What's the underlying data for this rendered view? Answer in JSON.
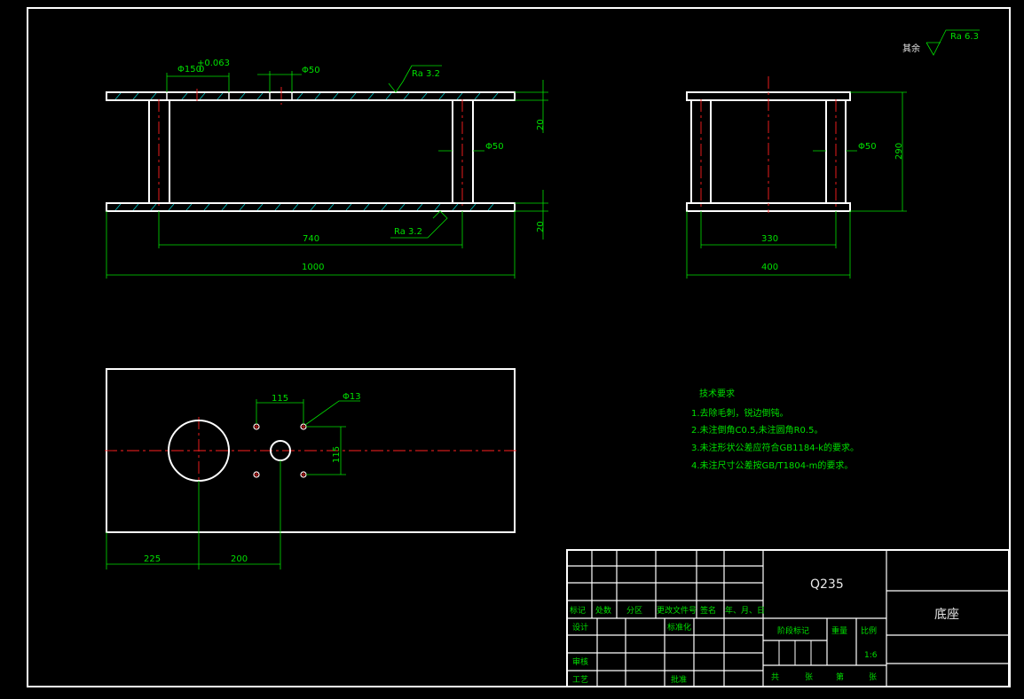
{
  "dimensions": {
    "d150_base": "Φ150",
    "d150_tol_upper": "+0.063",
    "d150_tol_lower": "0",
    "d50_top": "Φ50",
    "ra_top": "Ra 3.2",
    "ra_bottom": "Ra 3.2",
    "thk_top": "20",
    "thk_bottom": "20",
    "d50_front_side": "Φ50",
    "len_740": "740",
    "len_1000": "1000",
    "d50_side": "Φ50",
    "h290": "290",
    "w330": "330",
    "w400": "400",
    "hole_spacing_x": "115",
    "hole_spacing_y": "115",
    "d13": "Φ13",
    "dim_225": "225",
    "dim_200": "200"
  },
  "roughness": {
    "rest_label": "其余",
    "rest_value": "Ra 6.3"
  },
  "notes": {
    "title": "技术要求",
    "lines": [
      "1.去除毛刺，锐边倒钝。",
      "2.未注倒角C0.5,未注圆角R0.5。",
      "3.未注形状公差应符合GB1184-k的要求。",
      "4.未注尺寸公差按GB/T1804-m的要求。"
    ]
  },
  "title_block": {
    "mark": "标记",
    "count": "处数",
    "zone": "分区",
    "change_doc": "更改文件号",
    "signature": "签名",
    "date": "年、月、日",
    "design": "设计",
    "standardize": "标准化",
    "review": "审核",
    "process": "工艺",
    "approve": "批准",
    "stage_mark": "阶段标记",
    "weight": "重量",
    "scale": "比例",
    "scale_value": "1:6",
    "total": "共",
    "sheets": "张",
    "sheet_no": "第",
    "sheets2": "张",
    "material": "Q235",
    "part_name": "底座"
  },
  "colors": {
    "background": "#000000",
    "outline": "#ffffff",
    "dimension": "#00e000",
    "centerline": "#ff2020",
    "hatch": "#00c8c8"
  }
}
